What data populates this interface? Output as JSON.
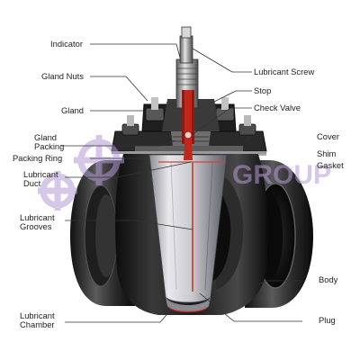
{
  "colors": {
    "background": "#ffffff",
    "body_dark": "#151515",
    "body_mid": "#4a4a4a",
    "plug_light": "#e8e8ea",
    "plug_mid": "#a9aab0",
    "lubricant_red": "#c0281c",
    "leader_line": "#333333",
    "watermark": "#b59ad8"
  },
  "labels": {
    "indicator": "Indicator",
    "gland_nuts": "Gland Nuts",
    "gland": "Gland",
    "gland_packing": [
      "Gland",
      "Packing"
    ],
    "packing_ring": "Packing Ring",
    "lubricant_duct": [
      "Lubricant",
      "Duct"
    ],
    "lubricant_grooves": [
      "Lubricant",
      "Grooves"
    ],
    "lubricant_chamber": [
      "Lubricant",
      "Chamber"
    ],
    "lubricant_screw": "Lubricant Screw",
    "stop": "Stop",
    "check_valve": "Check Valve",
    "cover": "Cover",
    "shim": "Shim",
    "gasket": "Gasket",
    "body": "Body",
    "plug": "Plug"
  },
  "watermark": {
    "text": "GROUP",
    "icon": "gear-logo-icon"
  }
}
